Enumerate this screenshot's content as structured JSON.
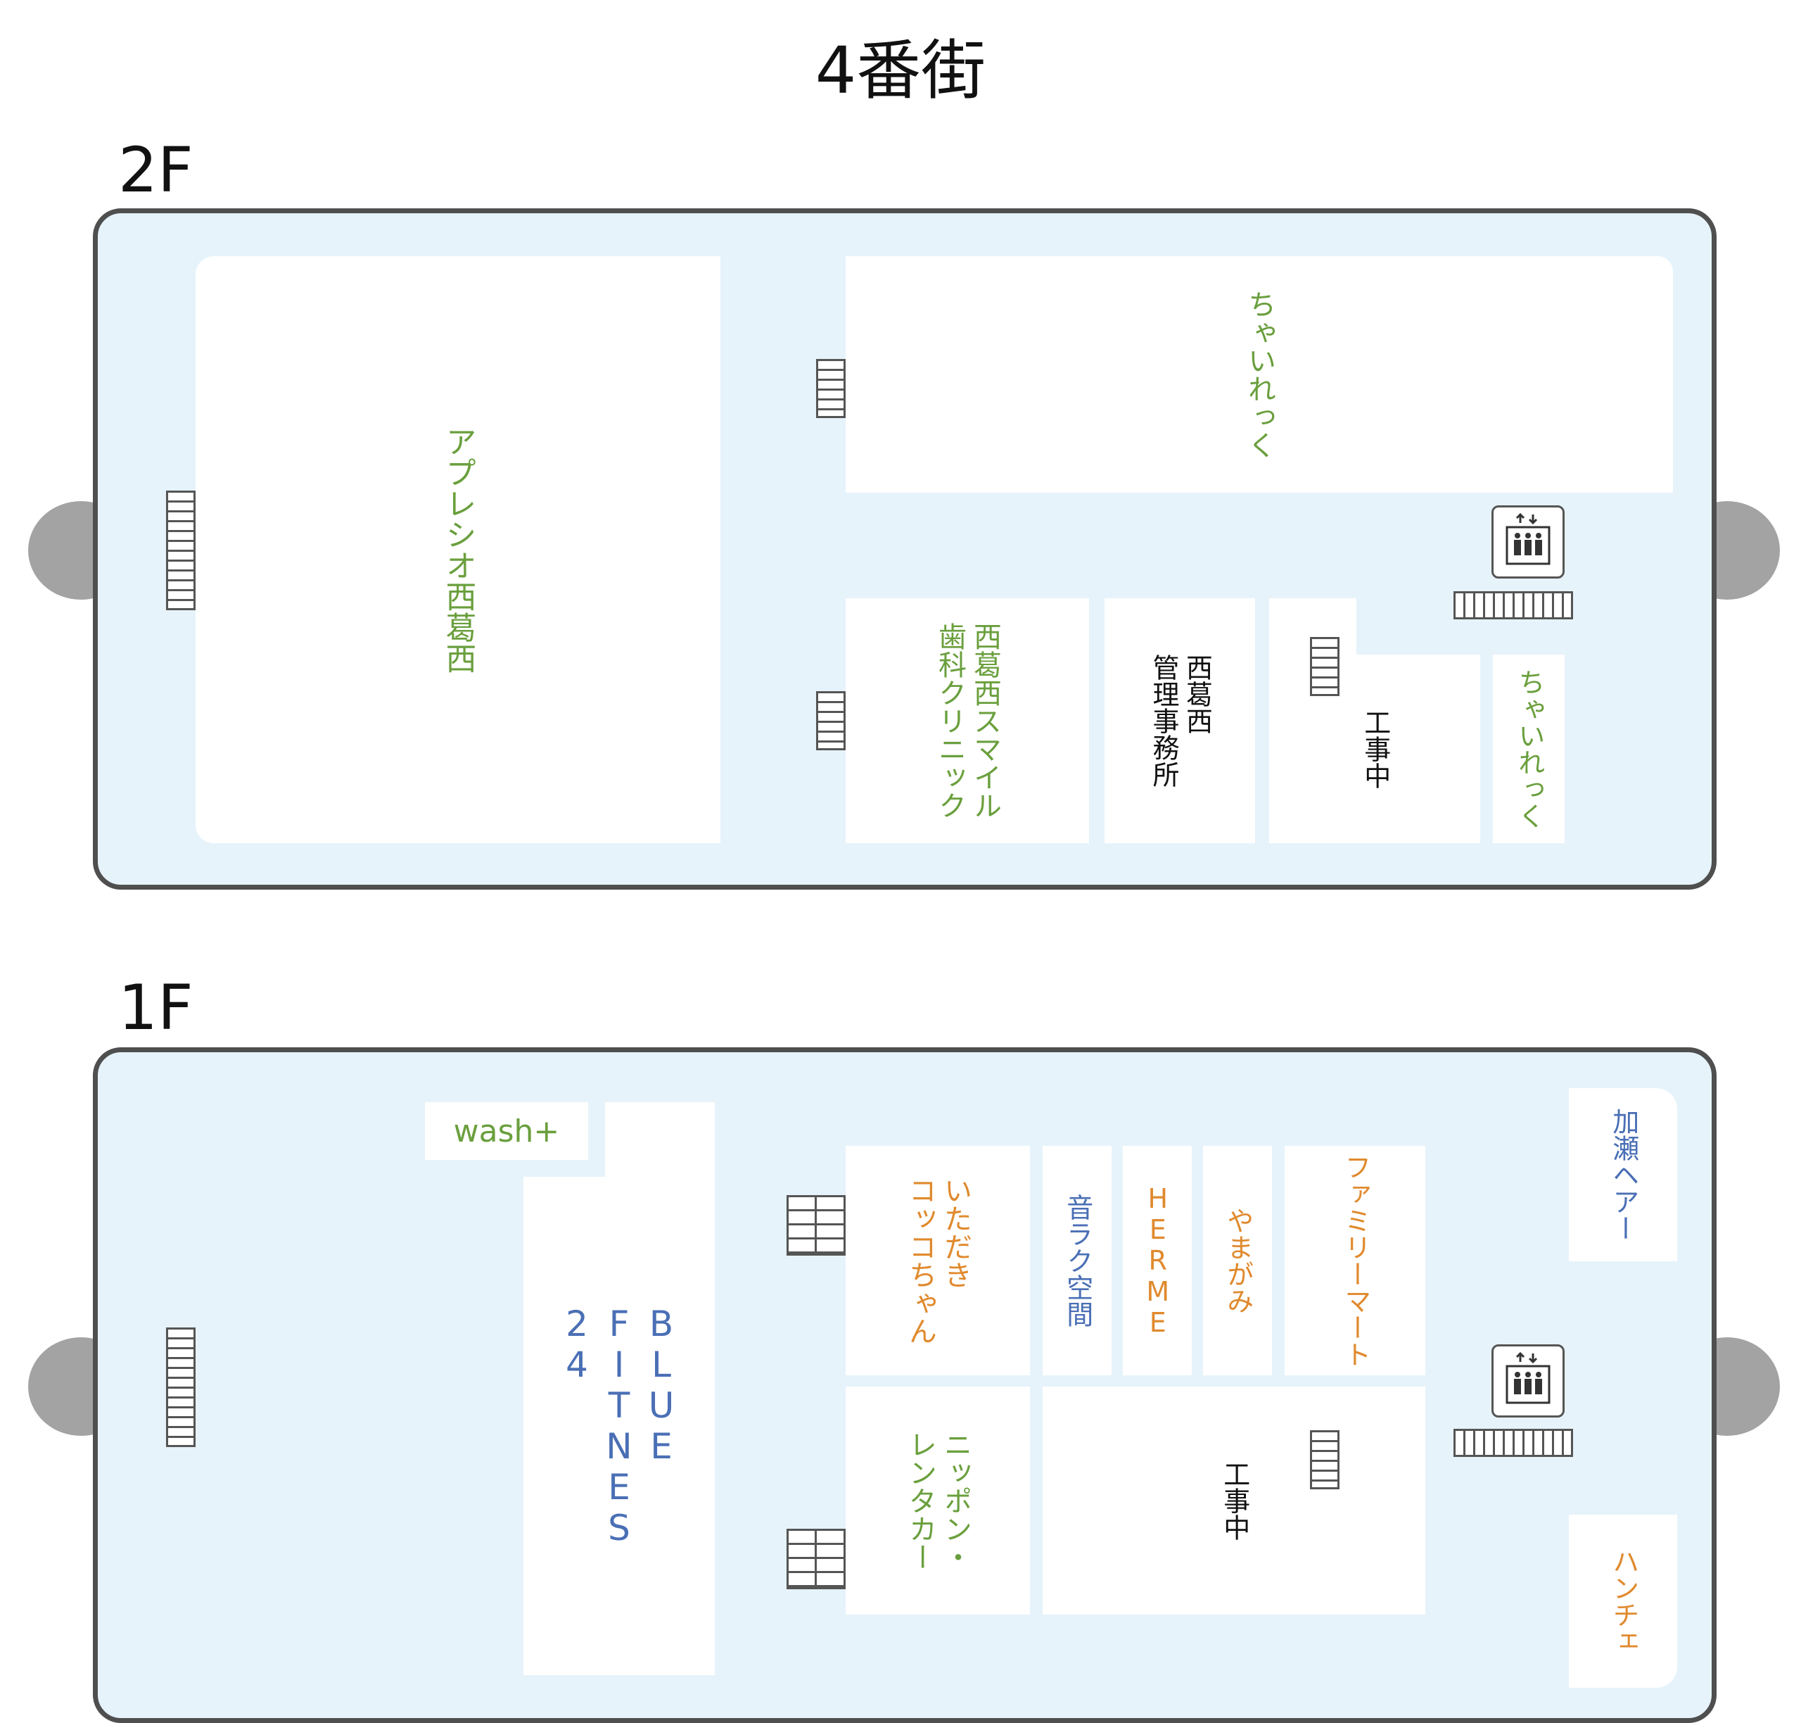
{
  "title": "4番街",
  "floors": {
    "f2": {
      "label": "2F",
      "rooms": {
        "apreshio": "アプレシオ西葛西",
        "chairekku_top": "ちゃいれっく",
        "smile_dental": "西葛西スマイル\n歯科クリニック",
        "office": "西葛西\n管理事務所",
        "construction": "工事中",
        "chairekku_small": "ちゃいれっく"
      }
    },
    "f1": {
      "label": "1F",
      "rooms": {
        "wash": "wash+",
        "blue_fitness": "BLUE\nFITNES\n24",
        "itadaki": "いただき\nコッコちゃん",
        "onraku": "音ラク空間",
        "herme": "HERME",
        "yamagami": "やまがみ",
        "familymart": "ファミリーマート",
        "kase": "加瀬ヘアー",
        "nippon": "ニッポン・\nレンタカー",
        "construction": "工事中",
        "hanche": "ハンチェ"
      }
    }
  },
  "icons": {
    "elevator": "elevator-icon",
    "stairs": "stairs-icon"
  },
  "colors": {
    "floor_bg": "#e6f3fb",
    "room_bg": "#ffffff",
    "border": "#4f4f4f",
    "green_text": "#6a9f3d",
    "blue_text": "#4a6fb5",
    "orange_text": "#e08a2e"
  }
}
